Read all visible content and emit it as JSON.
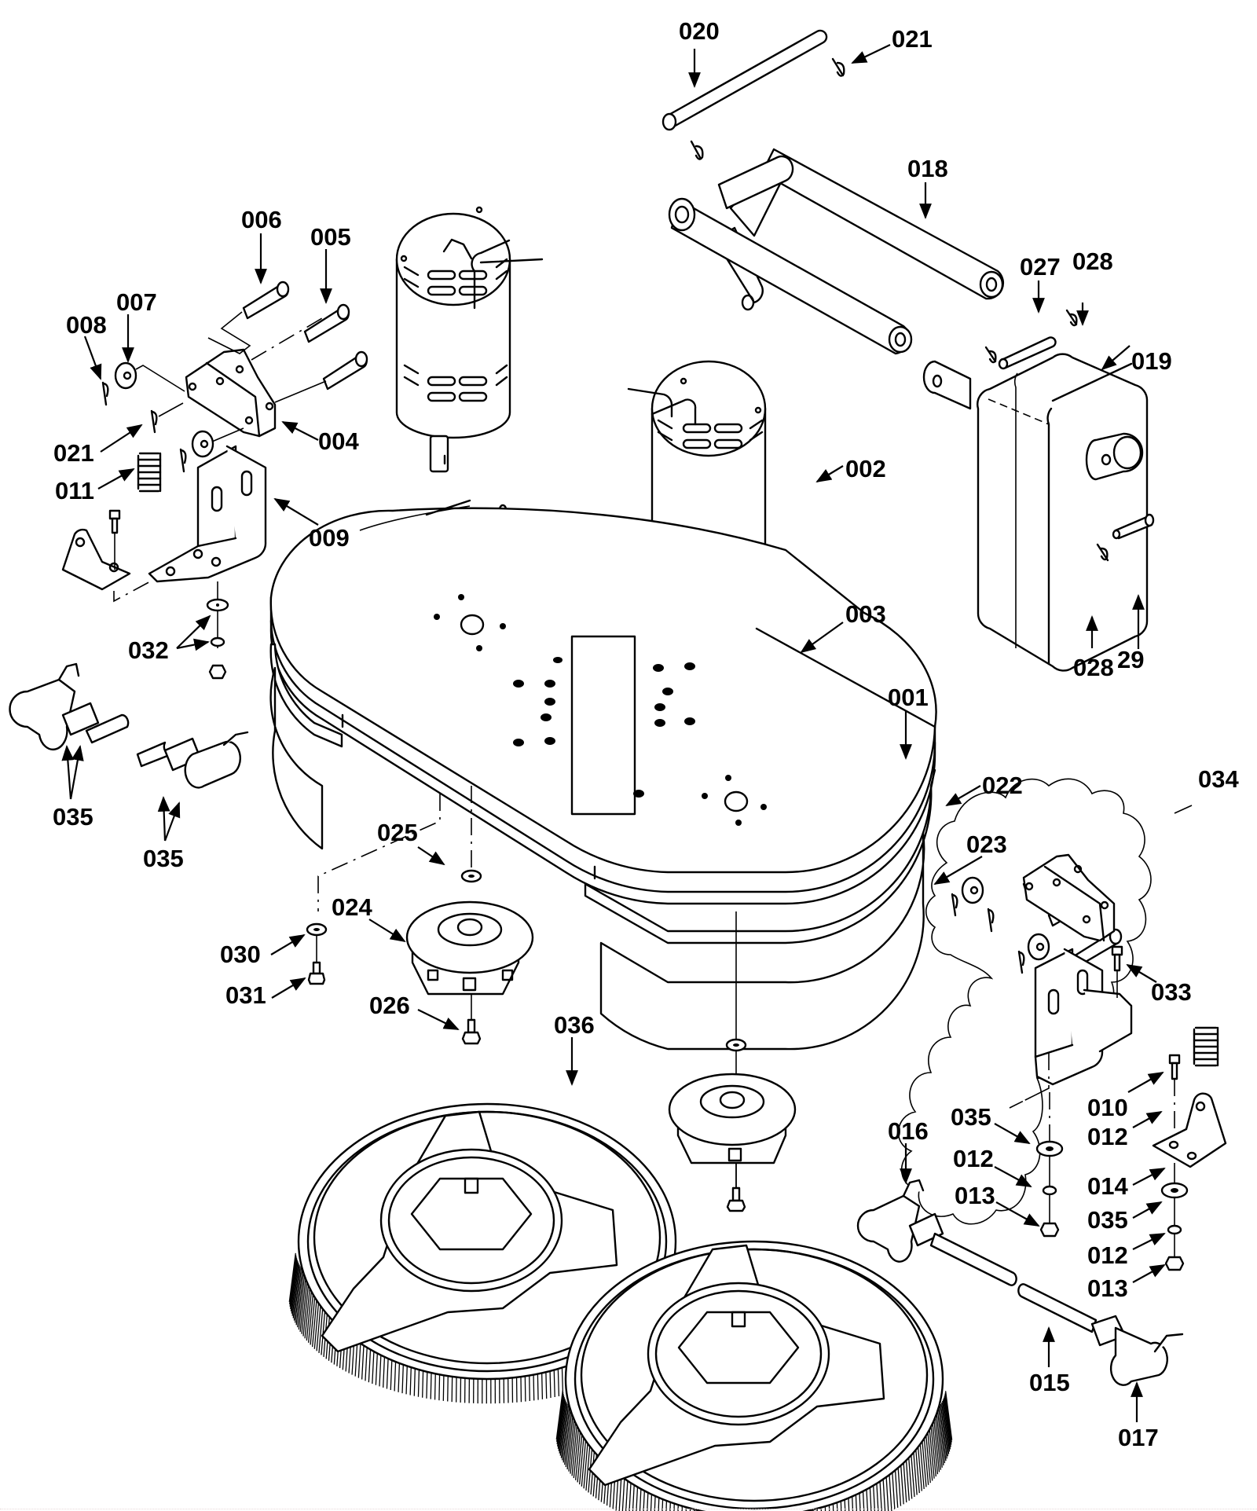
{
  "diagram": {
    "title": "Side brush / scrub deck exploded parts view",
    "callouts": [
      {
        "id": "001",
        "part": "deck-plate"
      },
      {
        "id": "002",
        "part": "brush-motor"
      },
      {
        "id": "003",
        "part": "motor-shaft-key"
      },
      {
        "id": "004",
        "part": "pivot-bracket"
      },
      {
        "id": "005",
        "part": "clevis-pin"
      },
      {
        "id": "006",
        "part": "clevis-pin"
      },
      {
        "id": "007",
        "part": "flat-washer"
      },
      {
        "id": "008",
        "part": "hairpin-clip"
      },
      {
        "id": "009",
        "part": "mounting-bracket"
      },
      {
        "id": "010",
        "part": "hex-bolt"
      },
      {
        "id": "011",
        "part": "compression-spring"
      },
      {
        "id": "012",
        "part": "lock-washer"
      },
      {
        "id": "013",
        "part": "hex-nut"
      },
      {
        "id": "014",
        "part": "angle-bracket"
      },
      {
        "id": "015",
        "part": "adjustment-rod"
      },
      {
        "id": "016",
        "part": "rod-end"
      },
      {
        "id": "017",
        "part": "rod-end"
      },
      {
        "id": "018",
        "part": "lift-linkage-arm"
      },
      {
        "id": "019",
        "part": "lift-actuator"
      },
      {
        "id": "020",
        "part": "linkage-pin"
      },
      {
        "id": "021",
        "part": "hairpin-clip"
      },
      {
        "id": "022",
        "part": "skirt-strip"
      },
      {
        "id": "023",
        "part": "skirt-strip"
      },
      {
        "id": "024",
        "part": "brush-hub-driver"
      },
      {
        "id": "025",
        "part": "washer"
      },
      {
        "id": "026",
        "part": "hub-screw"
      },
      {
        "id": "027",
        "part": "clevis-pin"
      },
      {
        "id": "028",
        "part": "hairpin-clip"
      },
      {
        "id": "29",
        "part": "clevis-pin"
      },
      {
        "id": "030",
        "part": "washer"
      },
      {
        "id": "031",
        "part": "screw"
      },
      {
        "id": "032",
        "part": "washer"
      },
      {
        "id": "033",
        "part": "hex-bolt"
      },
      {
        "id": "034",
        "part": "pivot-bracket-assembly"
      },
      {
        "id": "035",
        "part": "jam-nut-washer"
      },
      {
        "id": "036",
        "part": "scrub-brush"
      }
    ],
    "labels": {
      "l020": "020",
      "l021a": "021",
      "l018": "018",
      "l027": "027",
      "l028a": "028",
      "l019": "019",
      "l006": "006",
      "l005": "005",
      "l007": "007",
      "l008": "008",
      "l004": "004",
      "l021b": "021",
      "l011": "011",
      "l009": "009",
      "l002": "002",
      "l003": "003",
      "l032": "032",
      "l028b": "028",
      "l29": "29",
      "l001": "001",
      "l035a": "035",
      "l035b": "035",
      "l034": "034",
      "l022": "022",
      "l025": "025",
      "l023": "023",
      "l024": "024",
      "l030": "030",
      "l031": "031",
      "l033": "033",
      "l026": "026",
      "l036": "036",
      "l010": "010",
      "l012a": "012",
      "l035c": "035",
      "l016": "016",
      "l012b": "012",
      "l014": "014",
      "l013a": "013",
      "l035d": "035",
      "l012c": "012",
      "l013b": "013",
      "l015": "015",
      "l017": "017"
    }
  }
}
